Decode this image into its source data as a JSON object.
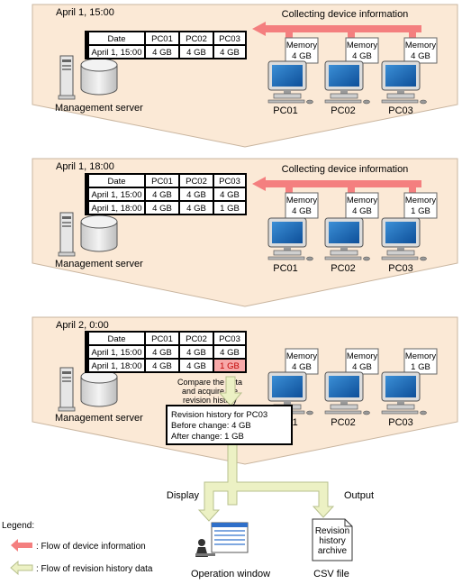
{
  "colors": {
    "panel_fill": "#fbe9d6",
    "panel_stroke": "#c9b59f",
    "device_arrow": "#f47f7f",
    "history_arrow": "#ecf1c4",
    "history_arrow_stroke": "#b7c08d",
    "changed_cell": "#f7a9a9"
  },
  "icons": {
    "server": "server-icon",
    "database": "database-icon",
    "pc": "pc-icon",
    "operator": "operator-icon",
    "window": "operation-window-icon",
    "document": "csv-document-icon"
  },
  "panel1": {
    "time": "April 1, 15:00",
    "server_label": "Management server",
    "flow_label": "Collecting device information",
    "table": {
      "headers": [
        "Date",
        "PC01",
        "PC02",
        "PC03"
      ],
      "rows": [
        [
          "April 1, 15:00",
          "4 GB",
          "4 GB",
          "4 GB"
        ]
      ]
    },
    "pcs": [
      {
        "name": "PC01",
        "memory_label": "Memory",
        "memory_value": "4 GB"
      },
      {
        "name": "PC02",
        "memory_label": "Memory",
        "memory_value": "4 GB"
      },
      {
        "name": "PC03",
        "memory_label": "Memory",
        "memory_value": "4 GB"
      }
    ]
  },
  "panel2": {
    "time": "April 1, 18:00",
    "server_label": "Management server",
    "flow_label": "Collecting device information",
    "table": {
      "headers": [
        "Date",
        "PC01",
        "PC02",
        "PC03"
      ],
      "rows": [
        [
          "April 1, 15:00",
          "4 GB",
          "4 GB",
          "4 GB"
        ],
        [
          "April 1, 18:00",
          "4 GB",
          "4 GB",
          "1 GB"
        ]
      ]
    },
    "pcs": [
      {
        "name": "PC01",
        "memory_label": "Memory",
        "memory_value": "4 GB"
      },
      {
        "name": "PC02",
        "memory_label": "Memory",
        "memory_value": "4 GB"
      },
      {
        "name": "PC03",
        "memory_label": "Memory",
        "memory_value": "1 GB"
      }
    ]
  },
  "panel3": {
    "time": "April 2, 0:00",
    "server_label": "Management server",
    "table": {
      "headers": [
        "Date",
        "PC01",
        "PC02",
        "PC03"
      ],
      "rows": [
        [
          "April 1, 15:00",
          "4 GB",
          "4 GB",
          "4 GB"
        ],
        [
          "April 1, 18:00",
          "4 GB",
          "4 GB",
          "1 GB"
        ]
      ]
    },
    "compare_note": [
      "Compare the data",
      "and acquire the",
      "revision history"
    ],
    "history_box": [
      "Revision history for PC03",
      "Before change: 4 GB",
      "After change: 1 GB"
    ],
    "pcs": [
      {
        "name": "PC01",
        "memory_label": "Memory",
        "memory_value": "4 GB"
      },
      {
        "name": "PC02",
        "memory_label": "Memory",
        "memory_value": "4 GB"
      },
      {
        "name": "PC03",
        "memory_label": "Memory",
        "memory_value": "1 GB"
      }
    ]
  },
  "outputs": {
    "display_label": "Display",
    "output_label": "Output",
    "window_label": "Operation window",
    "csv_label": "CSV file",
    "archive_text": [
      "Revision",
      "history",
      "archive"
    ]
  },
  "legend": {
    "title": "Legend:",
    "device_flow": ": Flow of device information",
    "history_flow": ": Flow of revision history data"
  }
}
